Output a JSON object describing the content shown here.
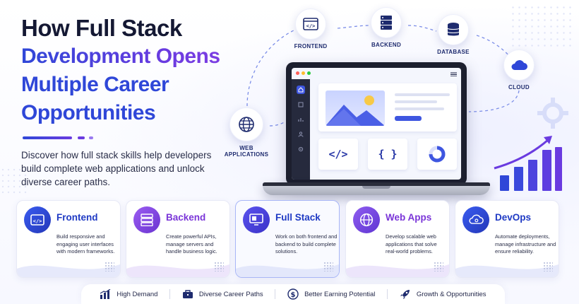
{
  "headline": {
    "line1": "How Full Stack",
    "line2": "Development Opens",
    "line3": "Multiple Career",
    "line4": "Opportunities"
  },
  "intro": "Discover how full stack skills help developers build complete web applications and unlock diverse career paths.",
  "nodes": {
    "frontend": "FRONTEND",
    "backend": "BACKEND",
    "database": "DATABASE",
    "cloud": "CLOUD",
    "web_applications": "WEB APPLICATIONS"
  },
  "laptop": {
    "code_symbol": "</>",
    "braces_symbol": "{ }"
  },
  "cards": [
    {
      "title": "Frontend",
      "icon": "code-window-icon",
      "desc": "Build responsive and engaging user interfaces with modern frameworks."
    },
    {
      "title": "Backend",
      "icon": "server-icon",
      "desc": "Create powerful APIs, manage servers and handle business logic."
    },
    {
      "title": "Full Stack",
      "icon": "monitor-icon",
      "desc": "Work on both frontend and backend to build complete solutions."
    },
    {
      "title": "Web Apps",
      "icon": "globe-icon",
      "desc": "Develop scalable web applications that solve real-world problems."
    },
    {
      "title": "DevOps",
      "icon": "cloud-gear-icon",
      "desc": "Automate deployments, manage infrastructure and ensure reliability."
    }
  ],
  "benefits": [
    {
      "label": "High Demand",
      "icon": "bar-chart-icon"
    },
    {
      "label": "Diverse Career Paths",
      "icon": "briefcase-icon"
    },
    {
      "label": "Better Earning Potential",
      "icon": "dollar-icon"
    },
    {
      "label": "Growth & Opportunities",
      "icon": "rocket-icon"
    }
  ],
  "colors": {
    "primary_blue": "#2f47d8",
    "accent_purple": "#7a35d8",
    "dark_text": "#141833"
  }
}
